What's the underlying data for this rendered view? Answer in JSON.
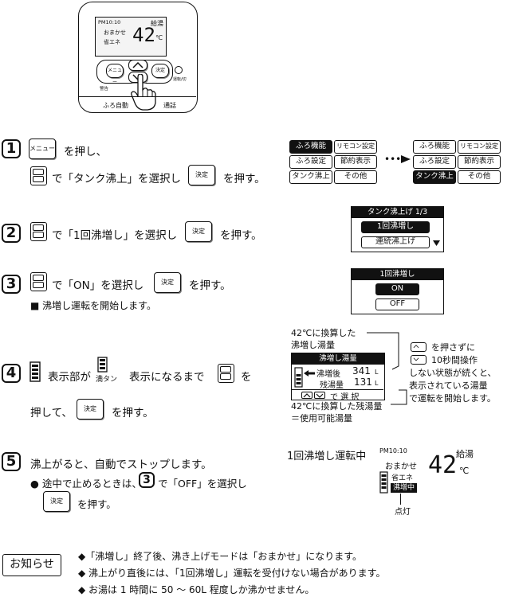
{
  "remote": {
    "time": "PM10:10",
    "mode": "給湯",
    "omakase": "おまかせ",
    "temp": "42",
    "unit": "℃",
    "eco": "省エネ",
    "menu_label": "メニュー",
    "ok_label": "決定",
    "bath_auto": "ふろ自動",
    "call": "通話",
    "warning": "警告",
    "right_label": "運転/切"
  },
  "steps": [
    {
      "num": "1",
      "line1": "を押し、",
      "line2a": "で「タンク沸上」を選択し",
      "line2b": "を押す。"
    },
    {
      "num": "2",
      "text_a": "で「1回沸増し」を選択し",
      "text_b": "を押す。"
    },
    {
      "num": "3",
      "text_a": "で「ON」を選択し",
      "text_b": "を押す。",
      "note": "■ 沸増し運転を開始します。"
    },
    {
      "num": "4",
      "text_a": "表示部が",
      "tank_label": "満タン",
      "text_b": "表示になるまで",
      "text_c": "を",
      "line2a": "押して、",
      "line2b": "を押す。"
    },
    {
      "num": "5",
      "line1": "沸上がると、自動でストップします。",
      "bullet_a": "● 途中で止めるときは、",
      "bullet_num": "3",
      "bullet_b": "で「OFF」を選択し",
      "line3": "を押す。"
    }
  ],
  "menu_before": [
    "ふろ機能",
    "リモコン設定",
    "ふろ設定",
    "節約表示",
    "タンク沸上",
    "その他"
  ],
  "menu_after": [
    "ふろ機能",
    "リモコン設定",
    "ふろ設定",
    "節約表示",
    "タンク沸上",
    "その他"
  ],
  "arrow_dots": "•••",
  "screen2": {
    "title": "タンク沸上げ 1/3",
    "opt1": "1回沸増し",
    "opt2": "連続沸上げ"
  },
  "screen3": {
    "title": "1回沸増し",
    "opt1": "ON",
    "opt2": "OFF"
  },
  "screen4": {
    "label_top1": "42℃に換算した",
    "label_top2": "沸増し湯量",
    "title": "沸増し湯量",
    "row1_label": "沸増後",
    "row1_value": "341",
    "row2_label": "残湯量",
    "row2_value": "131",
    "unit": "L",
    "footer": "で 選 択",
    "label_bot1": "42℃に換算した残湯量",
    "label_bot2": "＝使用可能湯量",
    "side1": "を押さずに",
    "side2": "10秒間操作",
    "side3": "しない状態が続くと、",
    "side4": "表示されている湯量",
    "side5": "で運転を開始します。"
  },
  "screen5": {
    "caption": "1回沸増し運転中",
    "time": "PM10:10",
    "mode": "給湯",
    "omakase": "おまかせ",
    "temp": "42",
    "unit": "℃",
    "eco": "省エネ",
    "badge": "沸増中",
    "lit": "点灯"
  },
  "notice": {
    "label": "お知らせ",
    "items": [
      "◆「沸増し」終了後、沸き上げモードは「おまかせ」になります。",
      "◆ 沸上がり直後には、「1回沸増し」運転を受付けない場合があります。",
      "◆ お湯は 1 時間に 50 〜 60L 程度しか沸かせません。"
    ]
  }
}
